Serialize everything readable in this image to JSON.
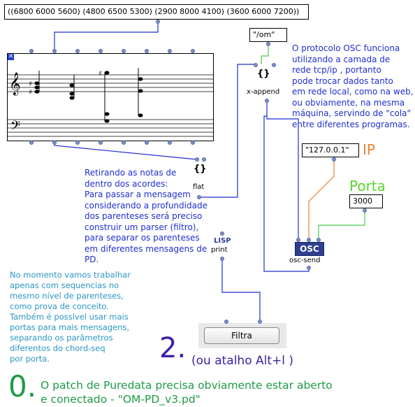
{
  "list_box": {
    "text": "((6800 6000 5600) (4800 6500 5300) (2900 8000 4100) (3600 6000 7200))"
  },
  "om_box": {
    "text": "\"/om\""
  },
  "x_append": {
    "icon": "{}",
    "label": "x-append"
  },
  "flat": {
    "icon": "{}",
    "label": "flat"
  },
  "lisp_print": {
    "badge": "LISP",
    "label": "print"
  },
  "osc": {
    "badge": "OSC",
    "label": "osc-send"
  },
  "ip_box": {
    "text": "\"127.0.0.1\"",
    "caption": "IP"
  },
  "port_box": {
    "text": "3000",
    "caption": "Porta"
  },
  "notes": {
    "osc_note": [
      "O protocolo OSC funciona",
      "utilizando a camada de",
      "rede tcp/ip , portanto",
      "pode trocar dados tanto",
      "em rede local, como na web,",
      "ou obviamente, na mesma",
      "máquina, servindo de \"cola\"",
      "entre diferentes programas."
    ],
    "flat_note": [
      "Retirando as notas de",
      "dentro dos acordes:",
      "Para passar a mensagem",
      "considerando a profundidade",
      "dos parenteses será preciso",
      "construir um parser (filtro),",
      "para separar os parenteses",
      "em diferentes mensagens de",
      "PD."
    ],
    "teal_note": [
      "No momento vamos trabalhar",
      "apenas com sequencias no",
      "mesmo nível de parenteses,",
      "como prova de conceito.",
      "Também é possível usar mais",
      "portas para mais mensagens,",
      "separando os parâmetros",
      "diferentos do chord-seq",
      "por porta."
    ]
  },
  "filtra_button": {
    "label": "Filtra"
  },
  "step2": {
    "number": "2.",
    "text": "(ou atalho Alt+l )"
  },
  "step0": {
    "number": "0.",
    "line1": "O patch de Puredata precisa obviamente estar aberto",
    "line2": "e conectado - \"OM-PD_v3.pd\""
  },
  "colors": {
    "inlet": "#7b8fc8",
    "wire": "#1f2fd0",
    "ip_orange": "#e8832a",
    "port_green": "#5bd62c",
    "teal": "#2a96c4"
  }
}
